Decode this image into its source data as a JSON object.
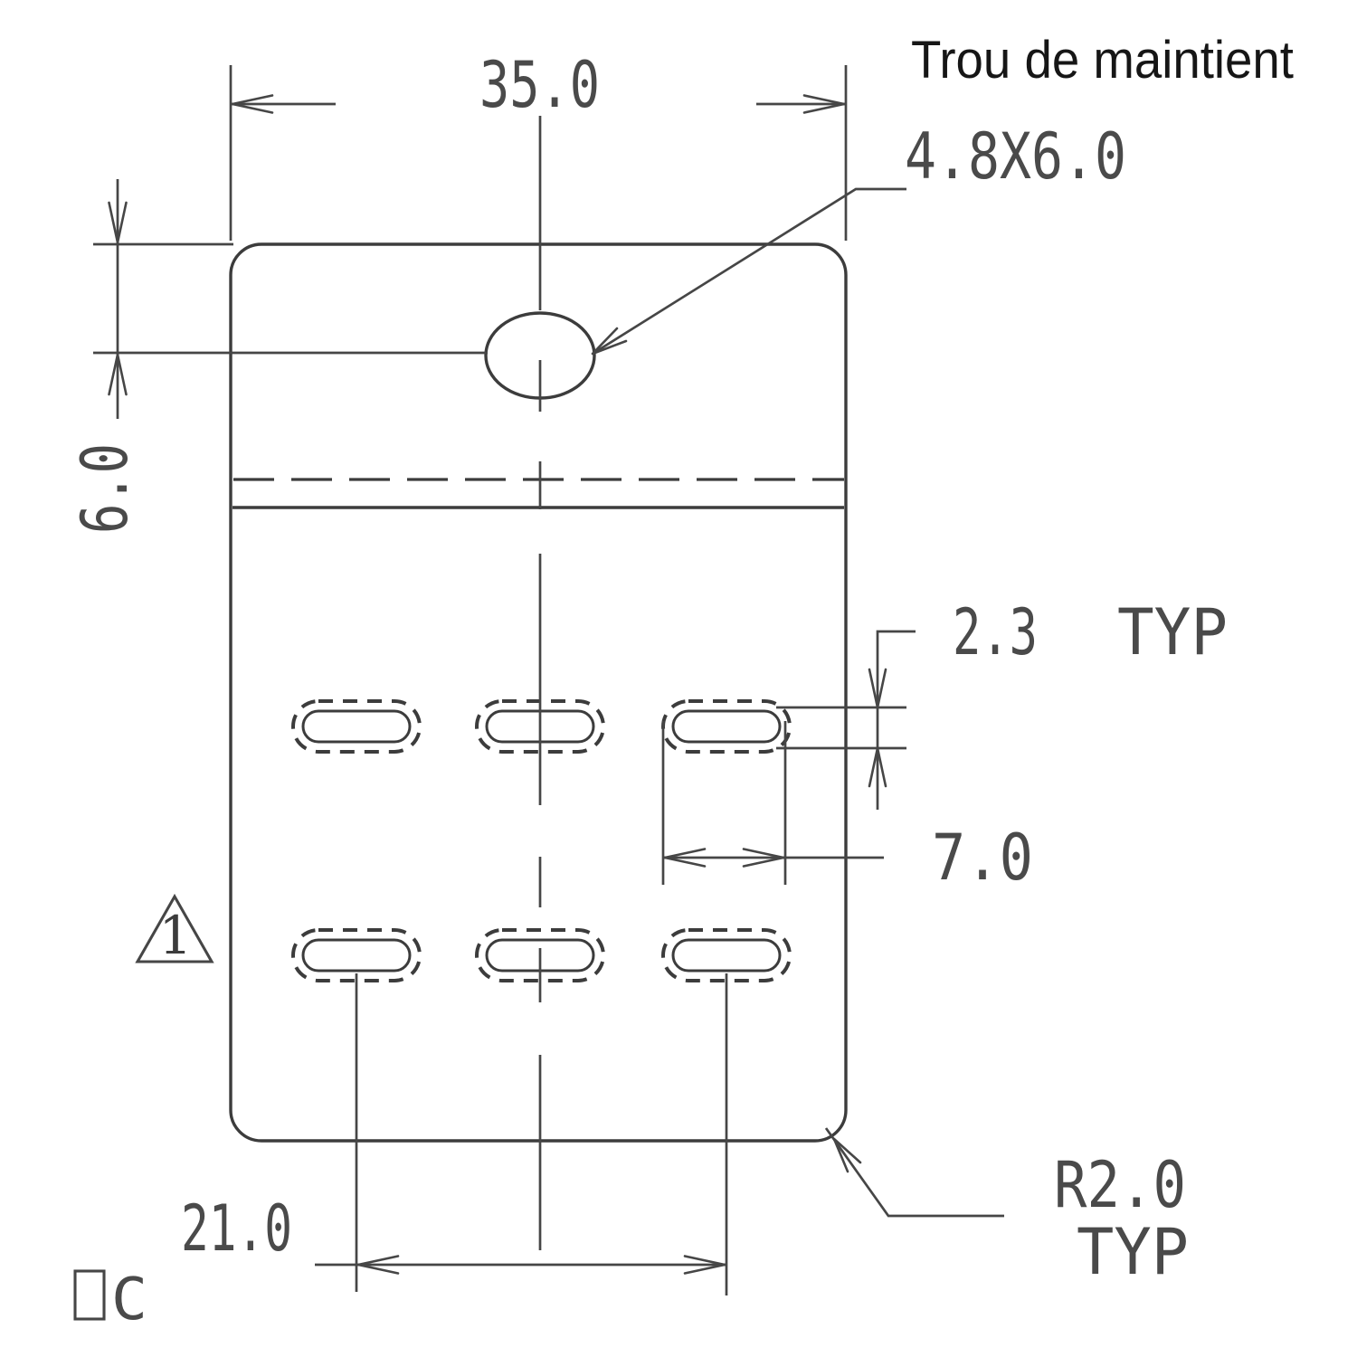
{
  "labels": {
    "title": "Trou de maintient",
    "hole_size": "4.8X6.0",
    "overall_width": "35.0",
    "hole_offset": "6.0",
    "slot_width": "2.3",
    "slot_width_qualifier": "TYP",
    "slot_length": "7.0",
    "slot_span": "21.0",
    "corner_radius": "R2.0",
    "corner_radius_qualifier": "TYP",
    "revision_flag": "1",
    "corner_mark": "C"
  },
  "colors": {
    "line": "#3c3c3c",
    "dimension": "#4a4a4a",
    "title_text": "#161616"
  }
}
